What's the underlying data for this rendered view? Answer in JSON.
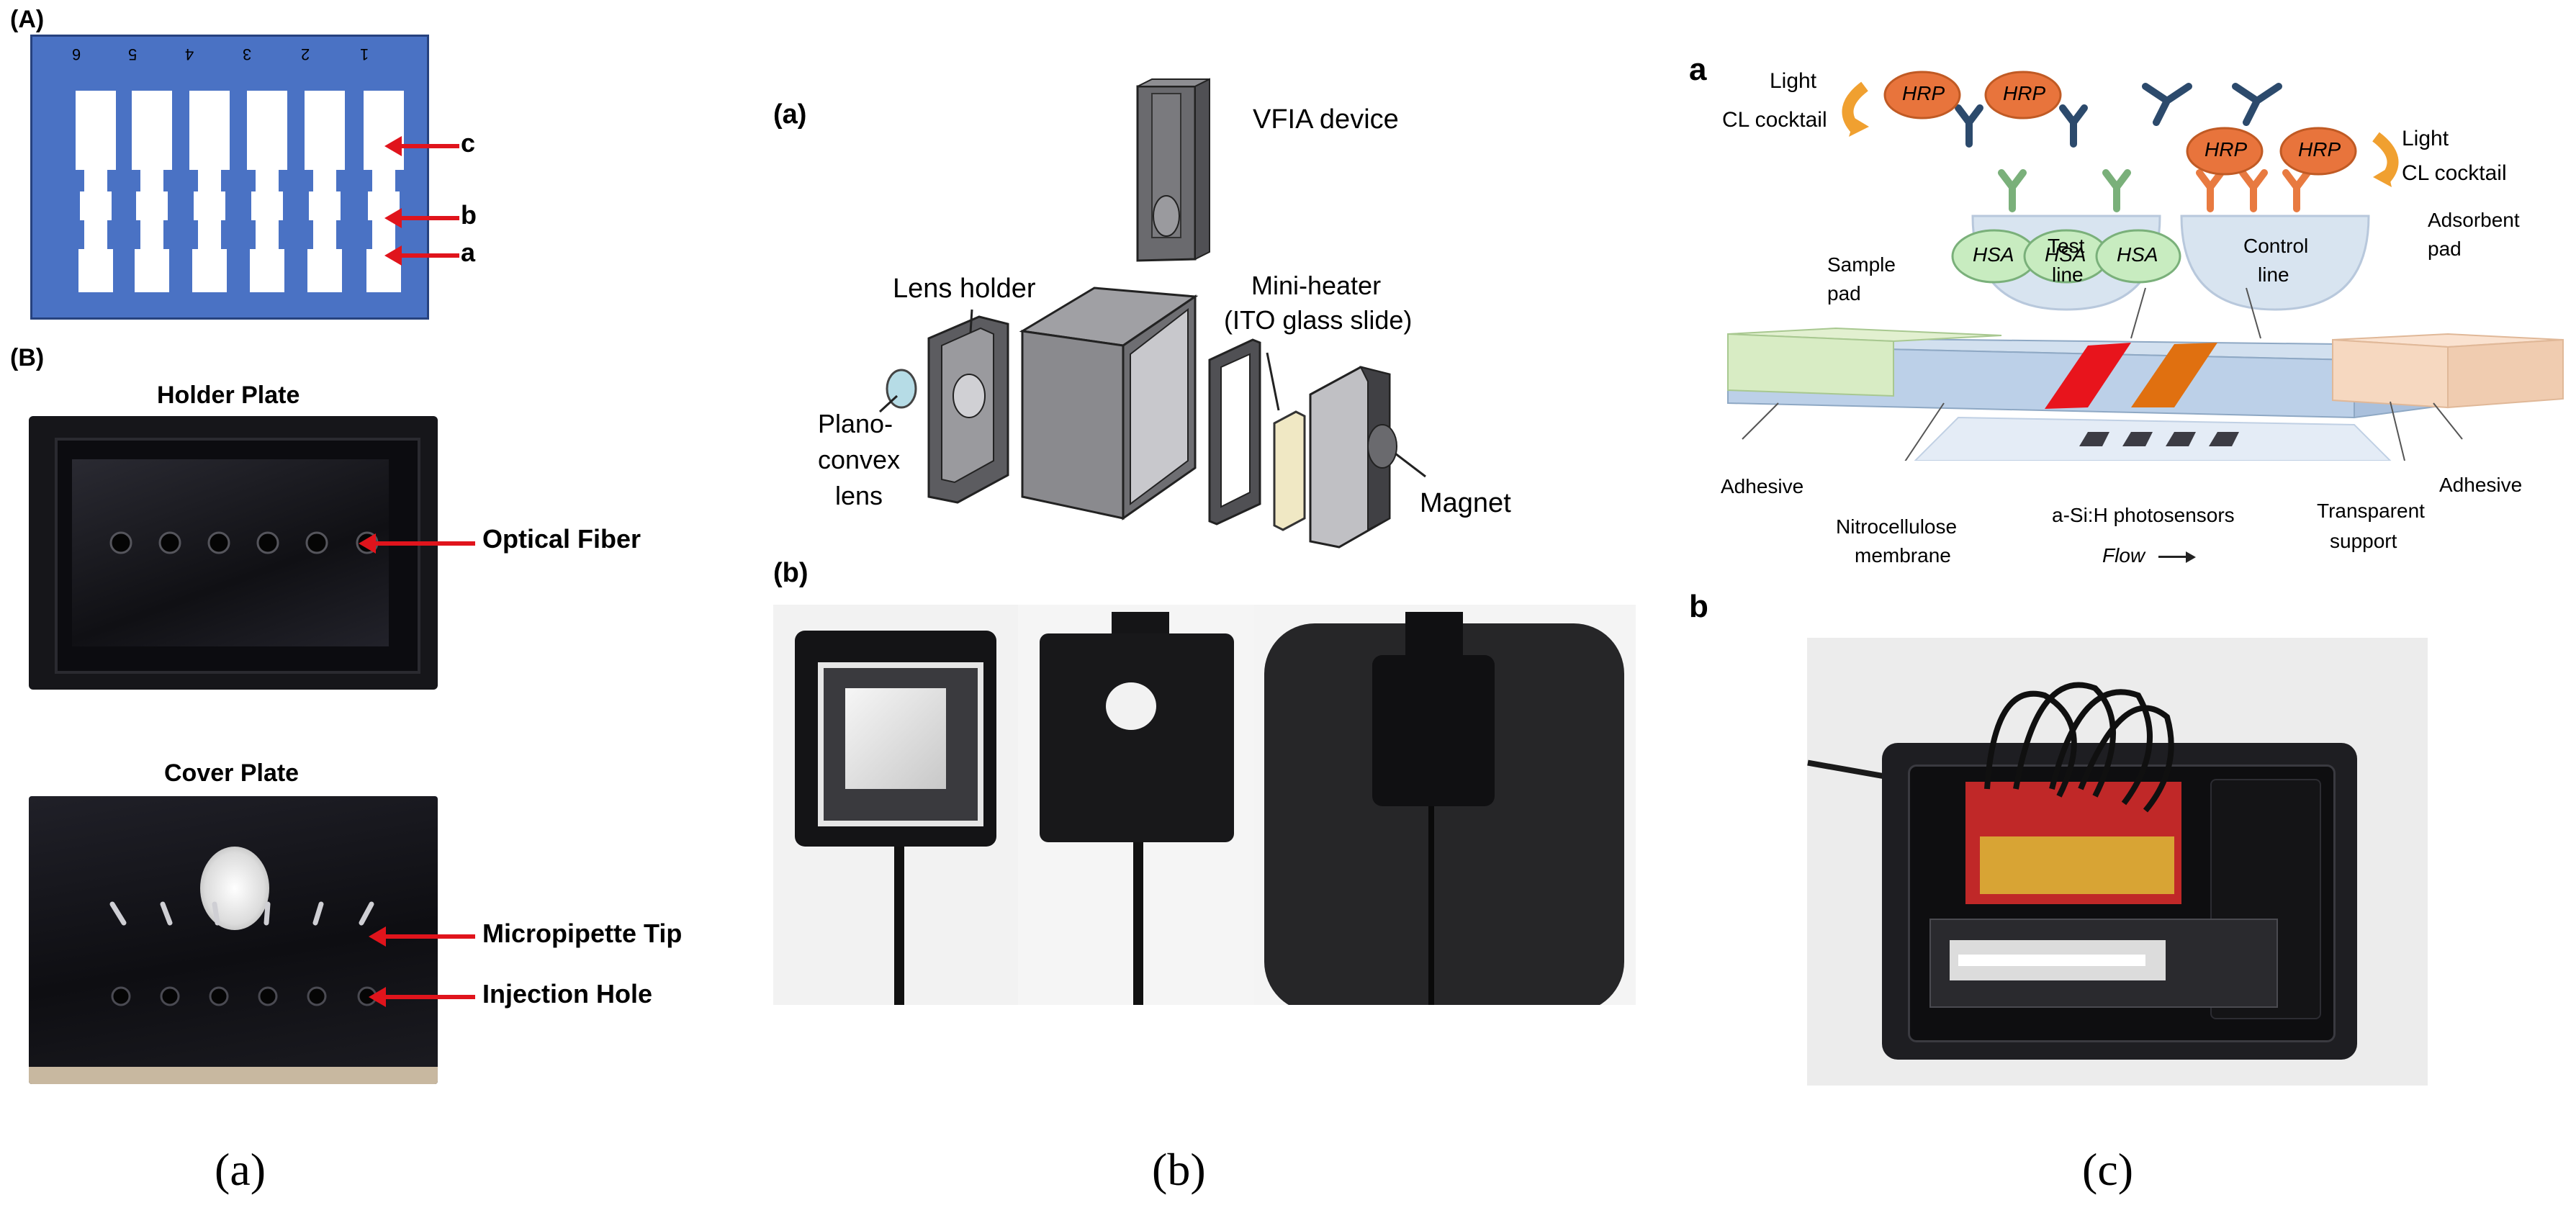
{
  "panel_a": {
    "label_A": "(A)",
    "label_B": "(B)",
    "slot_numbers": [
      "6",
      "5",
      "4",
      "3",
      "2",
      "1"
    ],
    "strip_labels": {
      "c": "c",
      "b": "b",
      "a": "a"
    },
    "holder_plate_title": "Holder Plate",
    "optical_fiber_label": "Optical Fiber",
    "cover_plate_title": "Cover Plate",
    "micropipette_label": "Micropipette Tip",
    "injection_hole_label": "Injection Hole",
    "caption": "(a)",
    "colors": {
      "blue_strip_bg": "#4a72c4",
      "arrow": "#e0141c"
    }
  },
  "panel_b": {
    "label_a": "(a)",
    "label_b": "(b)",
    "vfia_device": "VFIA device",
    "lens_holder": "Lens holder",
    "mini_heater_line1": "Mini-heater",
    "mini_heater_line2": "(ITO glass slide)",
    "plano_line1": "Plano-",
    "plano_line2": "convex",
    "plano_line3": "lens",
    "magnet": "Magnet",
    "caption": "(b)"
  },
  "panel_c": {
    "label_a": "a",
    "label_b": "b",
    "light_left": "Light",
    "cl_cocktail_left": "CL cocktail",
    "light_right": "Light",
    "cl_cocktail_right": "CL cocktail",
    "hrp": "HRP",
    "hsa": "HSA",
    "test_line": [
      "Test",
      "line"
    ],
    "control_line": [
      "Control",
      "line"
    ],
    "sample_pad": [
      "Sample",
      "pad"
    ],
    "adsorbent_pad": [
      "Adsorbent",
      "pad"
    ],
    "adhesive_left": "Adhesive",
    "adhesive_right": "Adhesive",
    "nitro": [
      "Nitrocellulose",
      "membrane"
    ],
    "photosensors": "a-Si:H photosensors",
    "transparent": [
      "Transparent",
      "support"
    ],
    "flow": "Flow",
    "caption": "(c)",
    "colors": {
      "test_line": "#e8141c",
      "control_line": "#e07010",
      "hrp": "#e8743c",
      "hsa": "#c8ecc0",
      "strip": "#c8dcef",
      "sample_pad": "#d8ecc4",
      "adsorbent_pad": "#f6d8c0"
    }
  }
}
